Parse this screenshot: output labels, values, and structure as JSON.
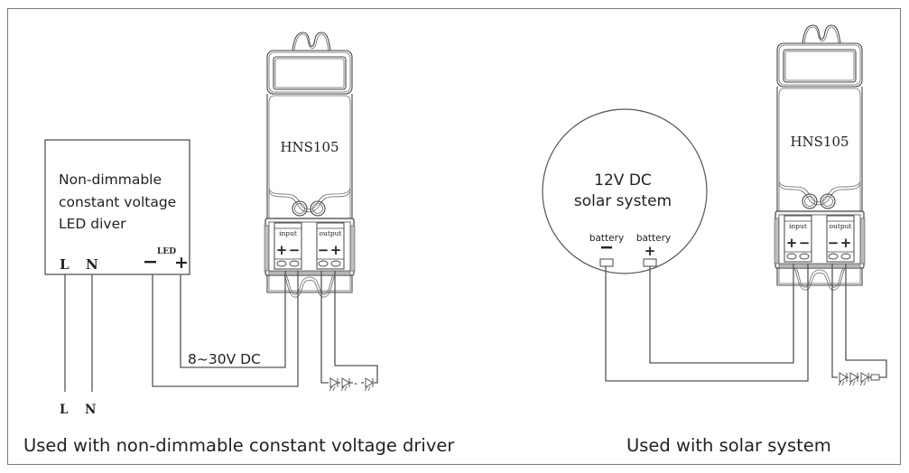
{
  "left_panel": {
    "driver": {
      "lines": [
        "Non-dimmable",
        "constant voltage",
        "LED diver"
      ],
      "terminal_L": "L",
      "terminal_N": "N",
      "led_label": "LED",
      "minus": "−",
      "plus": "+"
    },
    "mains": {
      "L": "L",
      "N": "N"
    },
    "voltage_label": "8~30V DC",
    "device": {
      "model": "HNS105",
      "input_label": "input",
      "output_label": "output",
      "input_polarity": [
        "+",
        "−"
      ],
      "output_polarity": [
        "−",
        "+"
      ]
    },
    "led_string_separator": "-",
    "caption": "Used with non-dimmable constant voltage driver"
  },
  "right_panel": {
    "solar": {
      "lines": [
        "12V DC",
        "solar system"
      ],
      "battery_neg_label": "battery",
      "battery_neg_sign": "−",
      "battery_pos_label": "battery",
      "battery_pos_sign": "+"
    },
    "device": {
      "model": "HNS105",
      "input_label": "input",
      "output_label": "output",
      "input_polarity": [
        "+",
        "−"
      ],
      "output_polarity": [
        "−",
        "+"
      ]
    },
    "caption": "Used with solar system"
  }
}
